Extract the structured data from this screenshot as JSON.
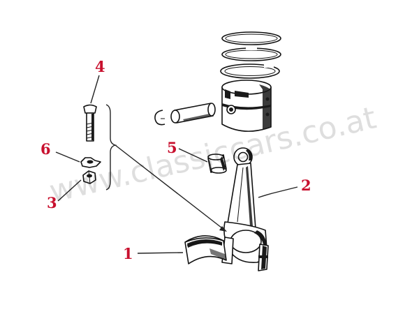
{
  "callouts": {
    "c1": "1",
    "c2": "2",
    "c3": "3",
    "c4": "4",
    "c5": "5",
    "c6": "6"
  },
  "watermark": "www.classiccars.co.at",
  "colors": {
    "callout": "#c8102e",
    "line_art": "#111111",
    "background": "#ffffff"
  }
}
